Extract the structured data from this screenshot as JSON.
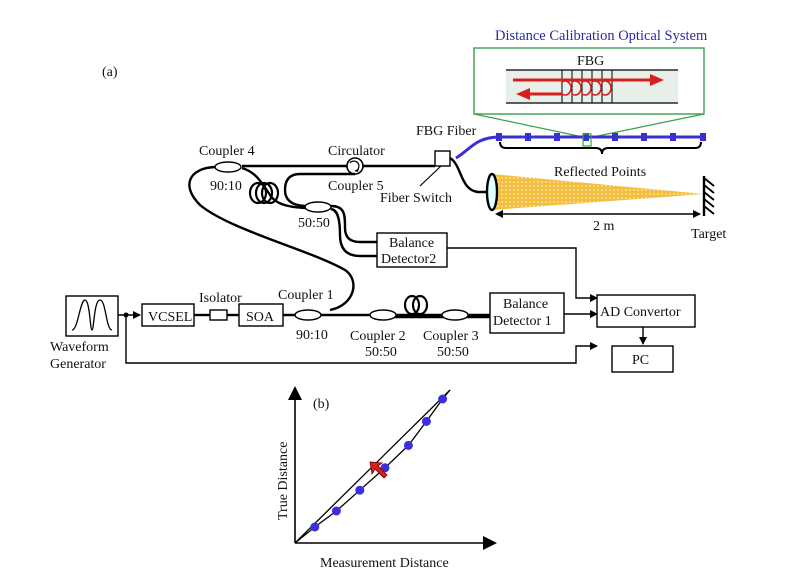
{
  "panel_a": {
    "label": "(a)",
    "inset_title": "Distance Calibration Optical System",
    "inset_fbg_label": "FBG",
    "components": {
      "waveform_line1": "Waveform",
      "waveform_line2": "Generator",
      "vcsel": "VCSEL",
      "isolator": "Isolator",
      "soa": "SOA",
      "coupler1": "Coupler 1",
      "coupler1_ratio": "90:10",
      "coupler2": "Coupler 2",
      "coupler2_ratio": "50:50",
      "coupler3": "Coupler 3",
      "coupler3_ratio": "50:50",
      "coupler4": "Coupler 4",
      "coupler4_ratio": "90:10",
      "coupler5": "Coupler 5",
      "coupler5_ratio": "50:50",
      "circulator": "Circulator",
      "fbg_fiber": "FBG Fiber",
      "fiber_switch": "Fiber Switch",
      "reflected_points": "Reflected Points",
      "distance": "2 m",
      "target": "Target",
      "bd2_line1": "Balance",
      "bd2_line2": "Detector2",
      "bd1_line1": "Balance",
      "bd1_line2": "Detector 1",
      "ad": "AD Convertor",
      "pc": "PC"
    },
    "colors": {
      "fbg_fiber": "#3a2fd0",
      "inset_border": "#3aa04a",
      "arrow_red": "#d62020",
      "beam": "#f5c030",
      "title": "#2a2aa8"
    }
  },
  "panel_b": {
    "label": "(b)",
    "ylabel": "True Distance",
    "xlabel": "Measurement Distance",
    "points": [
      [
        0.11,
        0.1
      ],
      [
        0.23,
        0.2
      ],
      [
        0.36,
        0.33
      ],
      [
        0.5,
        0.47
      ],
      [
        0.63,
        0.61
      ],
      [
        0.73,
        0.76
      ],
      [
        0.82,
        0.9
      ]
    ],
    "point_color": "#3b2fe0",
    "arrow_color": "#d62020"
  }
}
